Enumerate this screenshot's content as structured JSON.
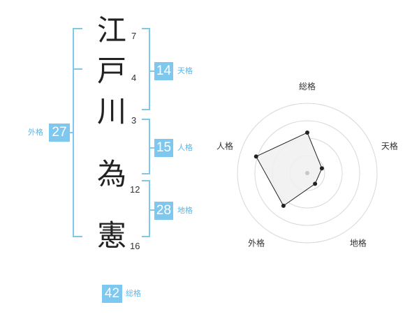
{
  "name": {
    "characters": [
      {
        "char": "江",
        "strokes": "7"
      },
      {
        "char": "戸",
        "strokes": "4"
      },
      {
        "char": "川",
        "strokes": "3"
      },
      {
        "char": "為",
        "strokes": "12"
      },
      {
        "char": "憲",
        "strokes": "16"
      }
    ]
  },
  "grids": {
    "tenkaku": {
      "value": "14",
      "label": "天格"
    },
    "jinkaku": {
      "value": "15",
      "label": "人格"
    },
    "chikaku": {
      "value": "28",
      "label": "地格"
    },
    "gaikaku": {
      "value": "27",
      "label": "外格"
    },
    "soukaku": {
      "value": "42",
      "label": "総格"
    }
  },
  "colors": {
    "accent": "#7ec8f0",
    "accent_text": "#5bb8ec",
    "radar_fill": "#f0f0f0"
  },
  "radar": {
    "axes": [
      "総格",
      "天格",
      "地格",
      "外格",
      "人格"
    ],
    "values": [
      0.58,
      0.22,
      0.19,
      0.58,
      0.77
    ]
  }
}
